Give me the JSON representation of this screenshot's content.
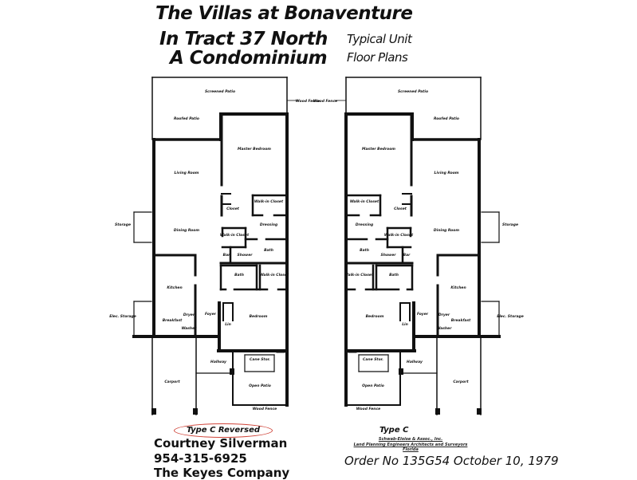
{
  "header": {
    "line1": "The Villas at Bonaventure",
    "line2": "In Tract 37 North",
    "line3": "A Condominium",
    "subtitle1": "Typical Unit",
    "subtitle2": "Floor Plans"
  },
  "plans": {
    "left_label": "Type C Reversed",
    "right_label": "Type C",
    "rooms": [
      "Screened Patio",
      "Roofed Patio",
      "Master Bedroom",
      "Living Room",
      "Walk-in Closet",
      "Closet",
      "Dressing",
      "Walk-in Closet",
      "Bath",
      "Shower",
      "Bar",
      "Walk-in Closet",
      "Bath",
      "Dining Room",
      "Kitchen",
      "Breakfast",
      "Dryer",
      "Washer",
      "Foyer",
      "Lin",
      "Bedroom",
      "Hallway",
      "Carport",
      "Cane Stor.",
      "Open Patio"
    ],
    "exterior": [
      "Storage",
      "Elec. Storage",
      "Wood Fence",
      "Wood Fence"
    ]
  },
  "agent": {
    "name": "Courtney Silverman",
    "phone": "954-315-6925",
    "company": "The Keyes Company"
  },
  "firm": {
    "line1": "Schwab-Eloise & Assoc., Inc.",
    "line2": "Land Planning Engineers Architects and Surveyors",
    "line3": "Florida",
    "order": "Order No 135G54   October 10, 1979"
  },
  "colors": {
    "ink": "#111111",
    "highlight": "#d0453a"
  }
}
